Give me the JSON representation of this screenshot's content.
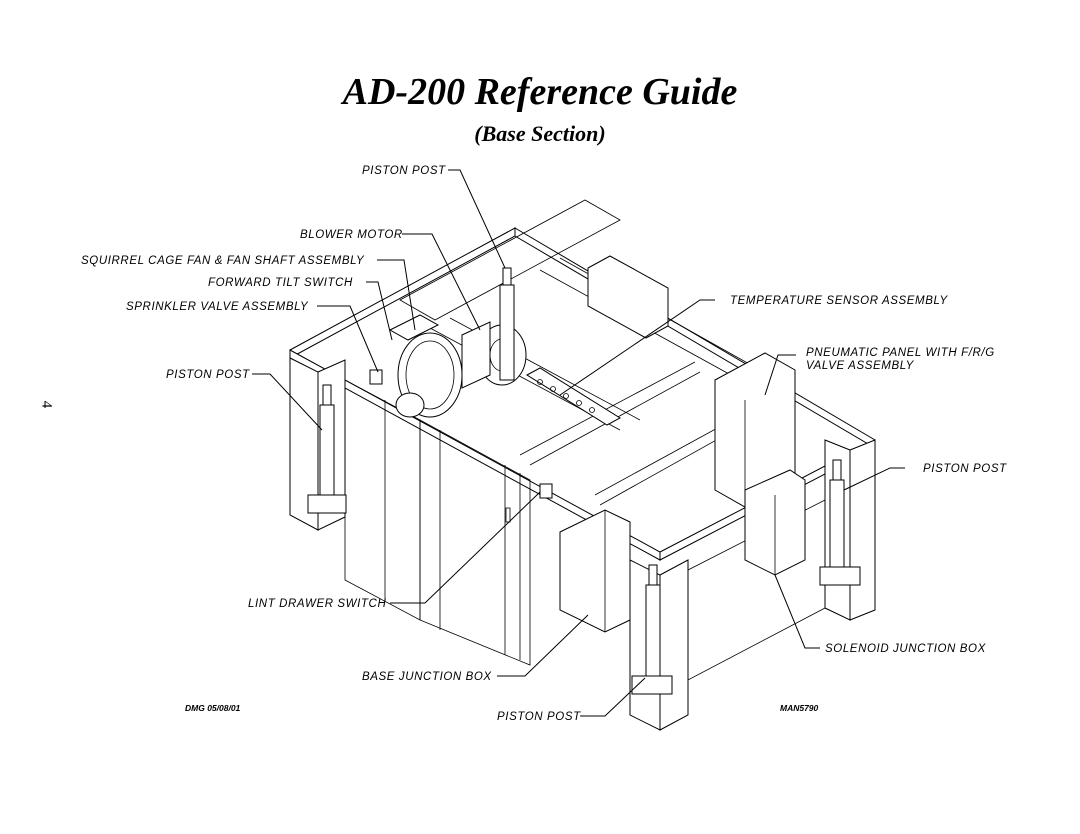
{
  "title": "AD-200 Reference Guide",
  "subtitle": "(Base Section)",
  "page_number": "4",
  "labels": {
    "piston_post_top": "PISTON POST",
    "blower_motor": "BLOWER MOTOR",
    "squirrel_cage_fan": "SQUIRREL CAGE FAN & FAN SHAFT ASSEMBLY",
    "forward_tilt_switch": "FORWARD TILT SWITCH",
    "sprinkler_valve": "SPRINKLER VALVE ASSEMBLY",
    "piston_post_left": "PISTON POST",
    "temperature_sensor": "TEMPERATURE SENSOR ASSEMBLY",
    "pneumatic_panel_line1": "PNEUMATIC PANEL WITH F/R/G",
    "pneumatic_panel_line2": "VALVE ASSEMBLY",
    "piston_post_right": "PISTON POST",
    "lint_drawer_switch": "LINT DRAWER SWITCH",
    "solenoid_junction_box": "SOLENOID JUNCTION BOX",
    "base_junction_box": "BASE JUNCTION BOX",
    "piston_post_bottom": "PISTON POST"
  },
  "footer": {
    "drawing_code": "DMG 05/08/01",
    "manual_number": "MAN5790"
  }
}
